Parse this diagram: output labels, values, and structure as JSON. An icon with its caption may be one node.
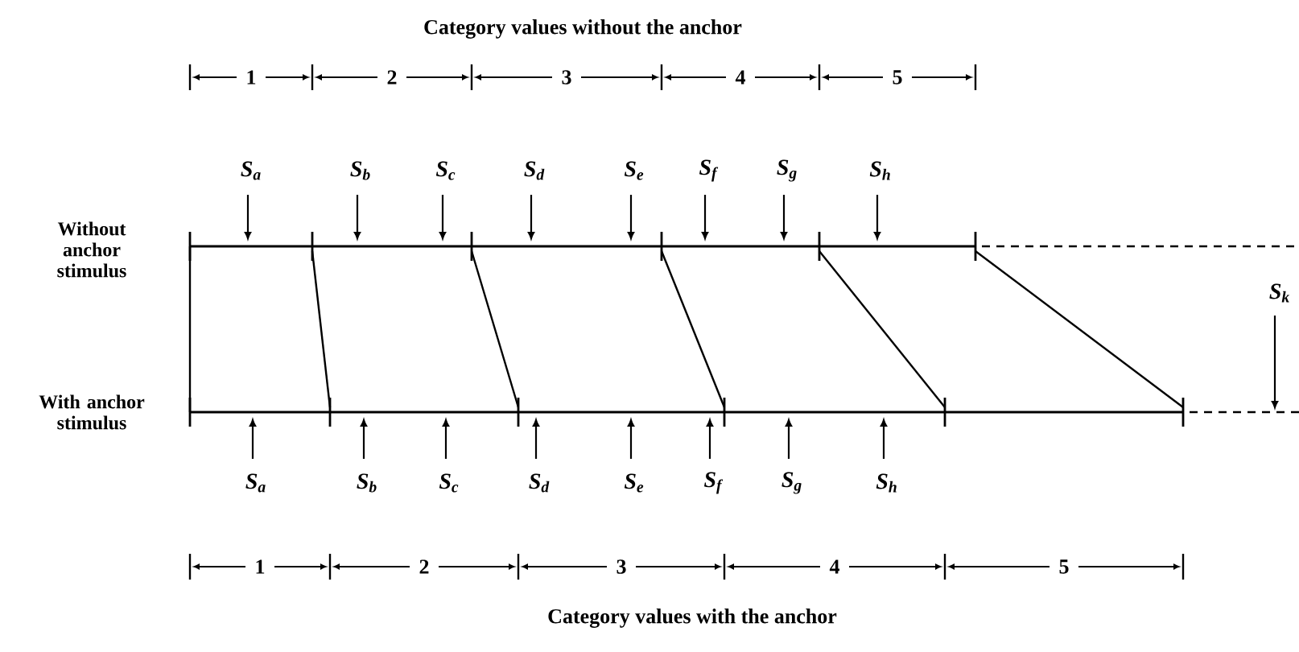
{
  "diagram": {
    "labels": [
      "Category values without the anchor",
      "1",
      "2",
      "3",
      "4",
      "5",
      "S$_{a}$",
      "S$_{b}$",
      "S$_{c}$",
      "S$_{d}$",
      "S$_{e}$",
      "S$_{f}$",
      "S$_{g}$",
      "S$_{h}$",
      "Without anchor stimulus",
      "S$_{k}$",
      "With anchor stimulus",
      "S$_{a}$",
      "S$_{b}$",
      "S$_{c}$",
      "S$_{d}$",
      "S$_{e}$",
      "S$_{f}$",
      "S$_{g}$",
      "S$_{h}$",
      "1",
      "2",
      "3",
      "4",
      "5",
      "Category values with the anchor"
    ]
  }
}
